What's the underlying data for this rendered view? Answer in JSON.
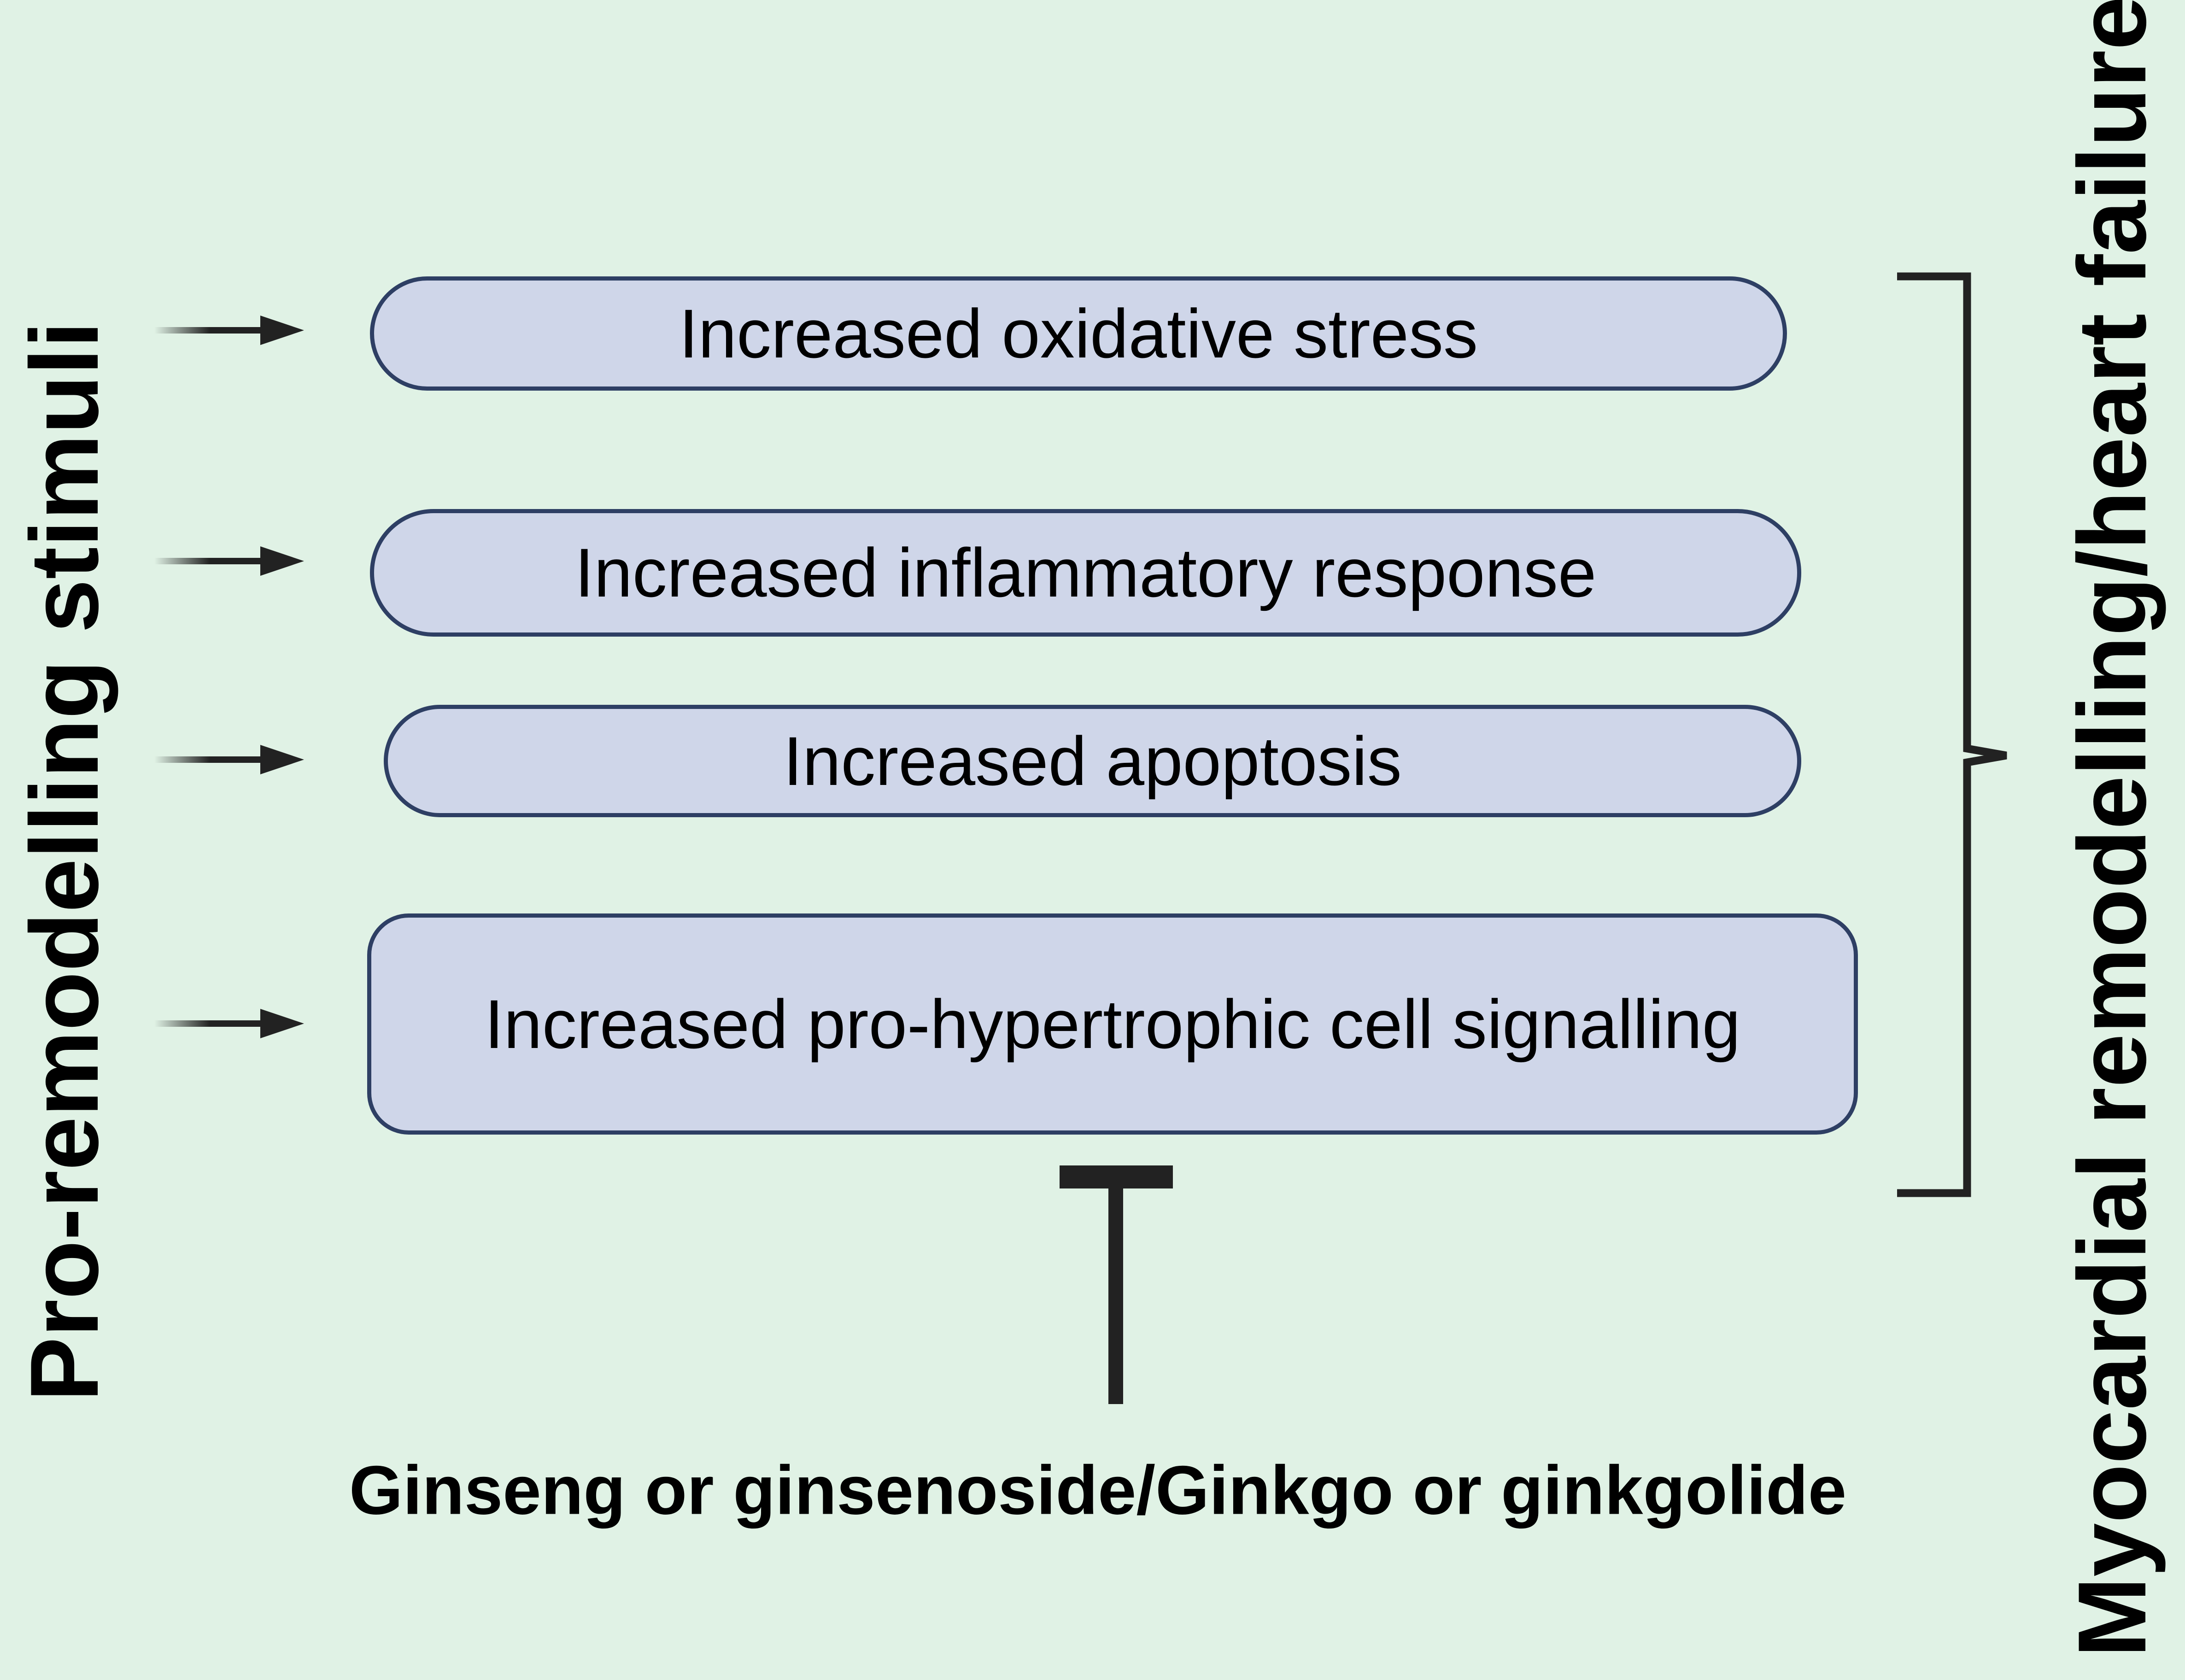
{
  "labels": {
    "left": "Pro-remodelling stimuli",
    "right": "Myocardial remodelling/heart failure",
    "bottom": "Ginseng or ginsenoside/Ginkgo or ginkgolide"
  },
  "boxes": [
    {
      "text": "Increased oxidative stress"
    },
    {
      "text": "Increased inflammatory response"
    },
    {
      "text": "Increased apoptosis"
    },
    {
      "text": "Increased pro-hypertrophic cell signalling"
    }
  ],
  "colors": {
    "background": "#e0f2e5",
    "box_fill": "#cfd6e9",
    "box_border": "#2e3f64",
    "arrow": "#222222"
  }
}
